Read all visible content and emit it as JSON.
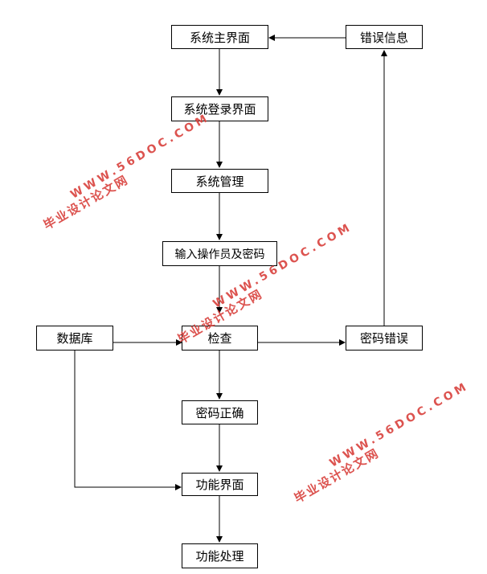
{
  "nodes": {
    "main_ui": "系统主界面",
    "error_info": "错误信息",
    "login_ui": "系统登录界面",
    "sys_mgmt": "系统管理",
    "input_op": "输入操作员及密码",
    "database": "数据库",
    "check": "检查",
    "pwd_error": "密码错误",
    "pwd_ok": "密码正确",
    "func_ui": "功能界面",
    "func_proc": "功能处理"
  },
  "watermark": {
    "cn": "毕业设计论文网",
    "url": "WWW.56DOC.COM",
    "color": "#d9413d"
  }
}
